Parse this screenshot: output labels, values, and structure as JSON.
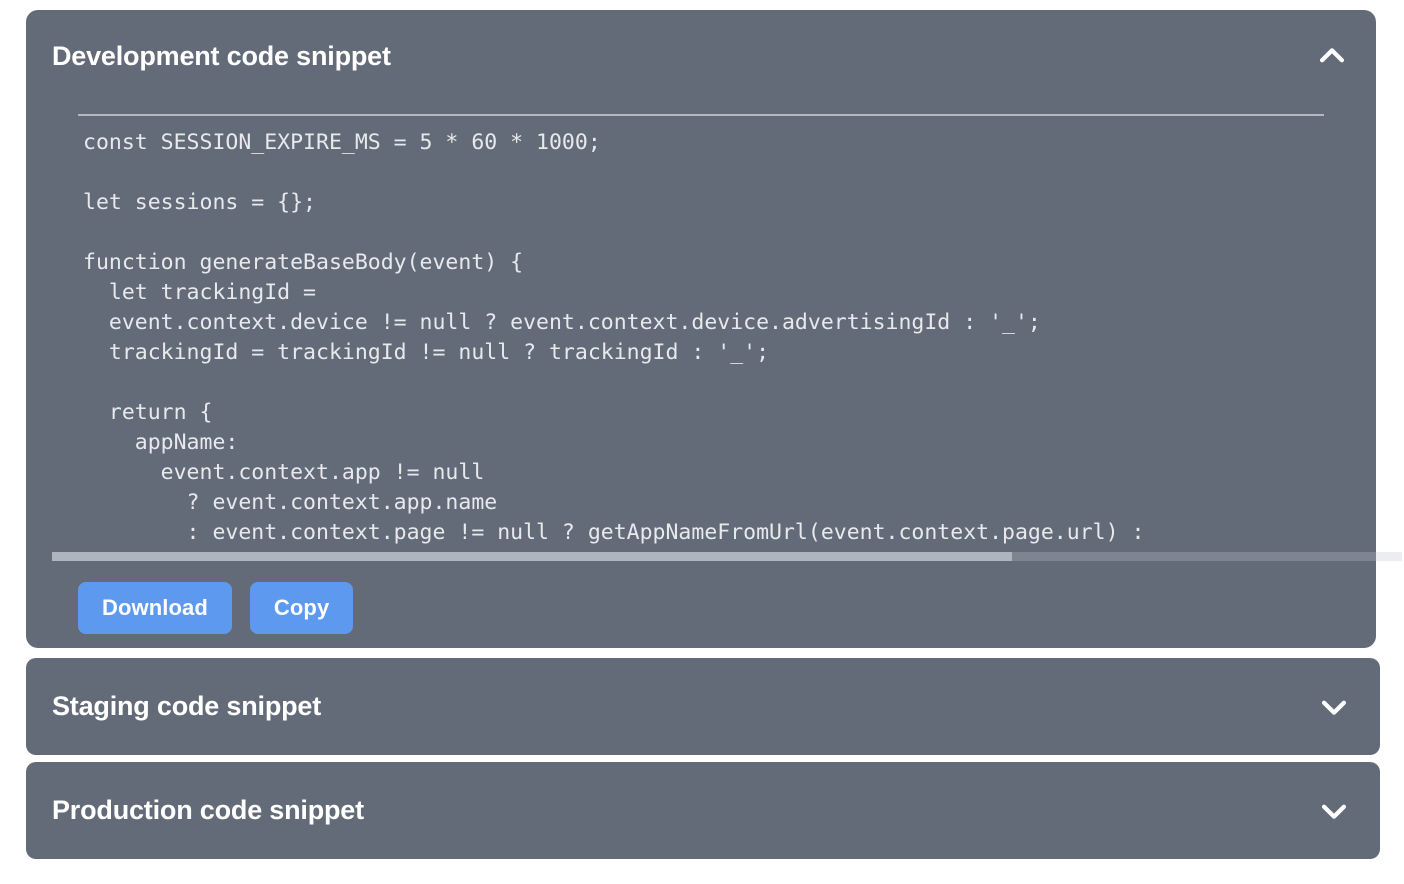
{
  "page": {
    "background_color": "#ffffff",
    "panel_color": "#646b78",
    "accent_color": "#5d9aef",
    "code_text_color": "#e7e9ec",
    "divider_color": "#c3c7cd"
  },
  "panels": [
    {
      "title": "Development code snippet",
      "state": "expanded",
      "toggle_icon": "chevron-up-icon",
      "code": "const SESSION_EXPIRE_MS = 5 * 60 * 1000;\n\nlet sessions = {};\n\nfunction generateBaseBody(event) {\n  let trackingId =\n  event.context.device != null ? event.context.device.advertisingId : '_';\n  trackingId = trackingId != null ? trackingId : '_';\n\n  return {\n    appName:\n      event.context.app != null\n        ? event.context.app.name\n        : event.context.page != null ? getAppNameFromUrl(event.context.page.url) :",
      "buttons": [
        {
          "label": "Download",
          "name": "download-button"
        },
        {
          "label": "Copy",
          "name": "copy-button"
        }
      ]
    },
    {
      "title": "Staging code snippet",
      "state": "collapsed",
      "toggle_icon": "chevron-down-icon"
    },
    {
      "title": "Production code snippet",
      "state": "collapsed",
      "toggle_icon": "chevron-down-icon"
    }
  ]
}
